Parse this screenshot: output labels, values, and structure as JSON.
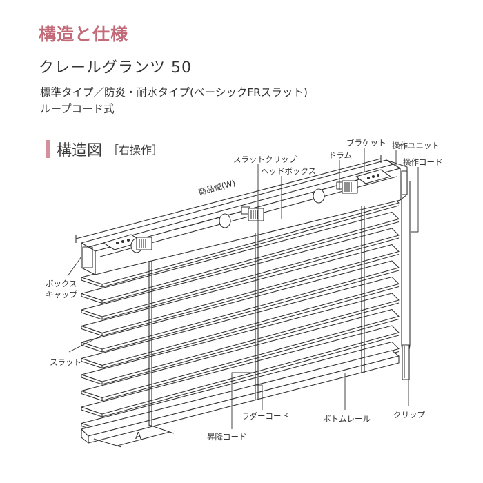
{
  "header": {
    "title": "構造と仕様",
    "product_name": "クレールグランツ 50",
    "spec_line1": "標準タイプ／防炎・耐水タイプ(ベーシックFRスラット)",
    "spec_line2": "ループコード式"
  },
  "section": {
    "heading": "構造図",
    "subheading": "［右操作］"
  },
  "labels": {
    "slat_clip": "スラットクリップ",
    "head_box": "ヘッドボックス",
    "drum": "ドラム",
    "bracket": "ブラケット",
    "control_unit": "操作ユニット",
    "control_cord": "操作コード",
    "product_width": "商品幅(W)",
    "box_cap_1": "ボックス",
    "box_cap_2": "キャップ",
    "slat": "スラット",
    "ladder_cord": "ラダーコード",
    "lift_cord": "昇降コード",
    "bottom_rail": "ボトムレール",
    "clip": "クリップ",
    "dimension_a": "A"
  },
  "colors": {
    "title": "#c26a78",
    "accent_bar": "#d4909c",
    "line": "#333333"
  }
}
